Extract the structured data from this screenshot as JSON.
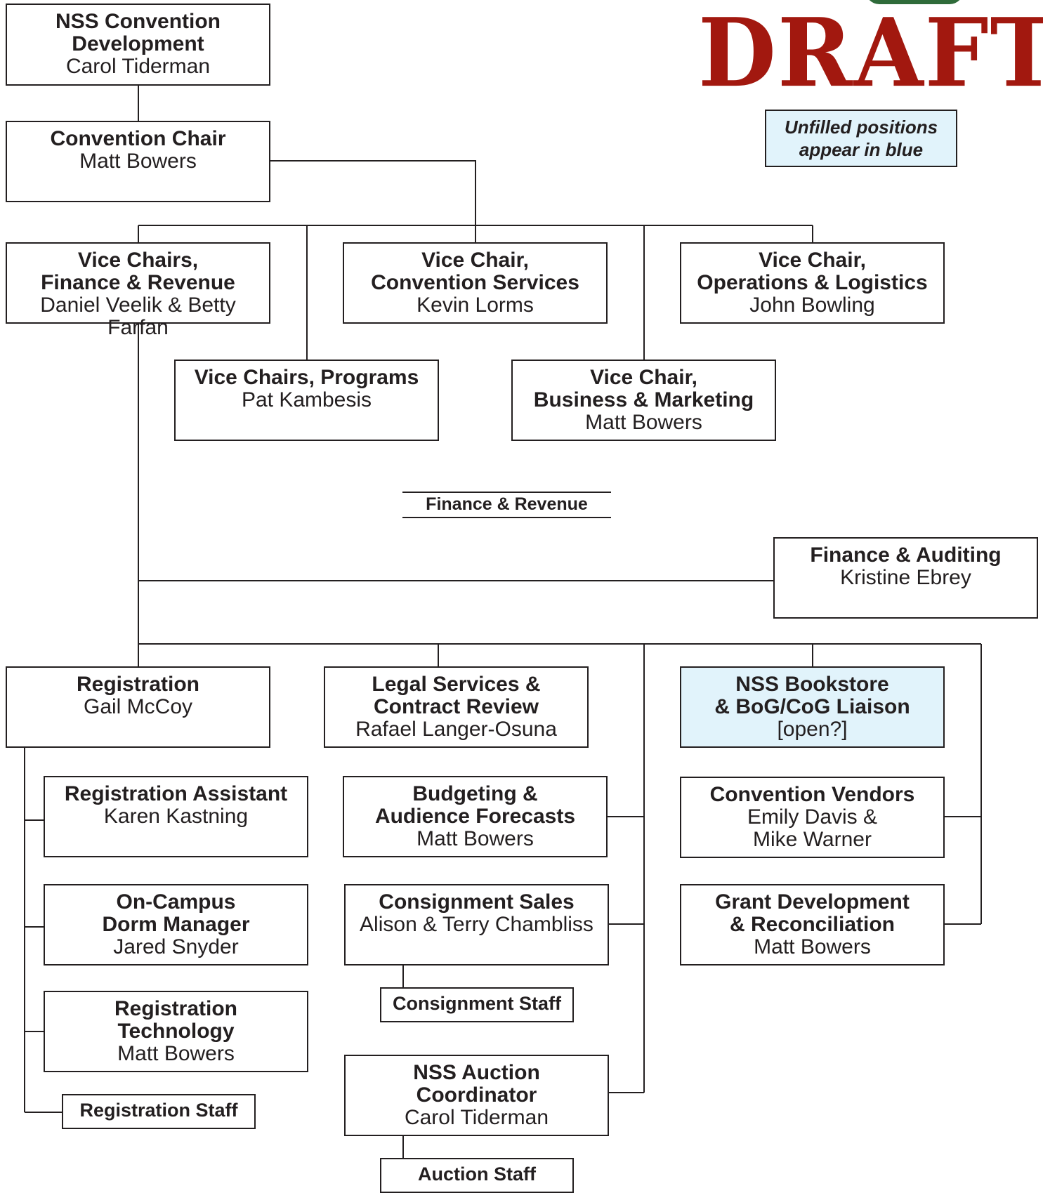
{
  "watermark": {
    "text": "DRAFT",
    "color": "#a2180f",
    "emblem_color": "#2f6b3a"
  },
  "legend": {
    "text": "Unfilled positions\nappear in blue",
    "color": "#e1f3fb"
  },
  "section_title": "Finance & Revenue",
  "colors": {
    "line": "#231f20",
    "box": "#ffffff",
    "open_box": "#e1f3fb"
  },
  "nodes": {
    "convention_development": {
      "title": "NSS Convention\nDevelopment",
      "name": "Carol Tiderman"
    },
    "convention_chair": {
      "title": "Convention Chair",
      "name": "Matt Bowers"
    },
    "vc_finance": {
      "title": "Vice Chairs,\nFinance & Revenue",
      "name": "Daniel Veelik & Betty Farfan"
    },
    "vc_convention_services": {
      "title": "Vice Chair,\nConvention Services",
      "name": "Kevin Lorms"
    },
    "vc_operations": {
      "title": "Vice Chair,\nOperations & Logistics",
      "name": "John Bowling"
    },
    "vc_programs": {
      "title": "Vice Chairs, Programs",
      "name": "Pat Kambesis"
    },
    "vc_business": {
      "title": "Vice Chair,\nBusiness & Marketing",
      "name": "Matt Bowers"
    },
    "finance_auditing": {
      "title": "Finance & Auditing",
      "name": "Kristine Ebrey"
    },
    "registration": {
      "title": "Registration",
      "name": "Gail McCoy"
    },
    "legal_services": {
      "title": "Legal Services &\nContract Review",
      "name": "Rafael Langer-Osuna"
    },
    "bookstore": {
      "title": "NSS Bookstore\n& BoG/CoG Liaison",
      "name": "[open?]"
    },
    "registration_assistant": {
      "title": "Registration Assistant",
      "name": "Karen Kastning"
    },
    "dorm_manager": {
      "title": "On-Campus\nDorm Manager",
      "name": "Jared Snyder"
    },
    "registration_technology": {
      "title": "Registration\nTechnology",
      "name": "Matt Bowers"
    },
    "registration_staff": {
      "title": "Registration Staff"
    },
    "budgeting": {
      "title": "Budgeting &\nAudience Forecasts",
      "name": "Matt Bowers"
    },
    "consignment_sales": {
      "title": "Consignment Sales",
      "name": "Alison & Terry Chambliss"
    },
    "consignment_staff": {
      "title": "Consignment Staff"
    },
    "auction_coordinator": {
      "title": "NSS Auction\nCoordinator",
      "name": "Carol Tiderman"
    },
    "auction_staff": {
      "title": "Auction Staff"
    },
    "convention_vendors": {
      "title": "Convention Vendors",
      "name": "Emily Davis &\nMike Warner"
    },
    "grant_development": {
      "title": "Grant Development\n& Reconciliation",
      "name": "Matt Bowers"
    }
  }
}
